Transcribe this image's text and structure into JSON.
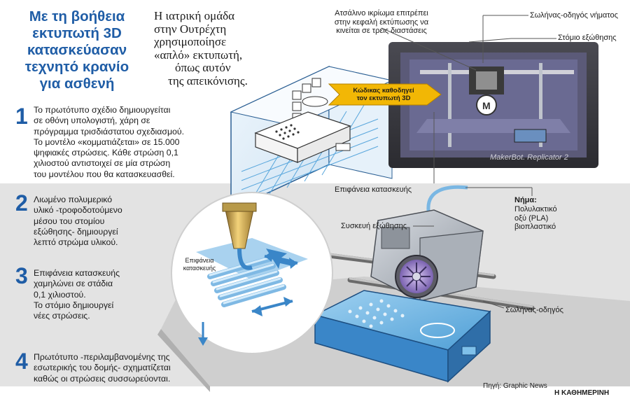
{
  "title": [
    "Με τη βοήθεια",
    "εκτυπωτή 3D",
    "κατασκεύασαν",
    "τεχνητό κρανίο",
    "για ασθενή"
  ],
  "intro": [
    "Η ιατρική ομάδα",
    "στην Ουτρέχτη",
    "χρησιμοποίησε",
    "«απλό» εκτυπωτή,",
    "όπως αυτόν",
    "της απεικόνισης."
  ],
  "steps": [
    {
      "num": "1",
      "lines": [
        "Το πρωτότυπο σχέδιο δημιουργείται",
        "σε οθόνη υπολογιστή, χάρη σε",
        "πρόγραμμα τρισδιάστατου σχεδιασμού.",
        "Το μοντέλο «κομματιάζεται» σε 15.000",
        "ψηφιακές στρώσεις. Κάθε στρώση 0,1",
        "χιλιοστού αντιστοιχεί σε μία στρώση",
        "του μοντέλου που θα κατασκευασθεί."
      ]
    },
    {
      "num": "2",
      "lines": [
        "Λιωμένο πολυμερικό",
        "υλικό -τροφοδοτούμενο",
        "μέσου του στομίου",
        "εξώθησης- δημιουργεί",
        "λεπτό στρώμα υλικού."
      ]
    },
    {
      "num": "3",
      "lines": [
        "Επιφάνεια κατασκευής",
        "χαμηλώνει σε στάδια",
        "0,1 χιλιοστού.",
        "Το στόμιο δημιουργεί",
        "νέες στρώσεις."
      ]
    },
    {
      "num": "4",
      "lines": [
        "Πρωτότυπο -περιλαμβανομένης της",
        "εσωτερικής του δομής- σχηματίζεται",
        "καθώς οι στρώσεις συσσωρεύονται."
      ]
    }
  ],
  "labels": {
    "arm": [
      "Ατσάλινο ικρίωμα επιτρέπει",
      "στην κεφαλή εκτύπωσης να",
      "κινείται σε τρεις διαστάσεις"
    ],
    "filament_guide": "Σωλήνας-οδηγός νήματος",
    "nozzle": "Στόμιο εξώθησης",
    "code": [
      "Κώδικας καθοδηγεί",
      "τον εκτυπωτή 3D"
    ],
    "build_surface": "Επιφάνεια κατασκευής",
    "filament_title": "Νήμα:",
    "filament_desc": [
      "Πολυλακτικό",
      "οξύ (PLA)",
      "βιοπλαστικό"
    ],
    "extruder": "Συσκευή εξώθησης",
    "guide_rail": "Σωλήνας-οδηγός",
    "build_surface_small": [
      "Επιφάνεια",
      "κατασκευής"
    ],
    "printer_brand": "MakerBot. Replicator 2"
  },
  "source": "Πηγή: Graphic News",
  "publisher": "Η ΚΑΘΗΜΕΡΙΝΗ",
  "colors": {
    "accent": "#1f5da6",
    "code_box": "#f2b705",
    "panel": "#e6e6e6",
    "printer": "#3f3f45"
  }
}
